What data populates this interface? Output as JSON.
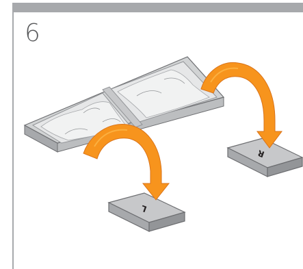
{
  "step": {
    "number": "6"
  },
  "labels": {
    "left_box": "L",
    "right_box": "R"
  },
  "colors": {
    "frame": "#a7a9ac",
    "arrow": "#f7941d",
    "arrow_edge": "#d9731a",
    "tray": "#c7c8ca",
    "box": "#bcbec0"
  }
}
